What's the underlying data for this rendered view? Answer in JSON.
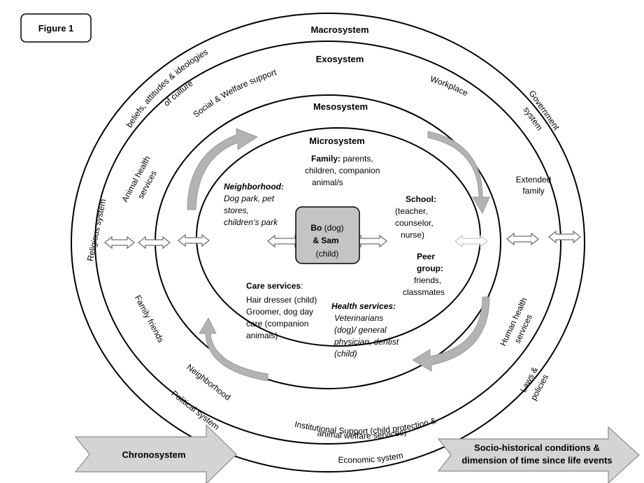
{
  "figure_label": "Figure 1",
  "systems": {
    "macro": "Macrosystem",
    "exo": "Exosystem",
    "meso": "Mesosystem",
    "micro": "Microsystem",
    "chrono": "Chronosystem"
  },
  "macro_items": {
    "beliefs_1": "beliefs, attitudes & ideologies",
    "beliefs_2": "of culture",
    "religious": "Religious system",
    "political": "Political system",
    "economic": "Economic system",
    "government_1": "Government",
    "government_2": "system",
    "laws_1": "Laws &",
    "laws_2": "policies"
  },
  "exo_items": {
    "social": "Social & Welfare support",
    "workplace": "Workplace",
    "animal_health_1": "Animal health",
    "animal_health_2": "services",
    "family_friends": "Family friends",
    "neighborhood": "Neighborhood",
    "extended_1": "Extended",
    "extended_2": "family",
    "human_health_1": "Human health",
    "human_health_2": "services",
    "institutional_1": "Institutional Support (child protection &",
    "institutional_2": "animal welfare services)"
  },
  "micro_items": {
    "family_head": "Family:",
    "family_1": " parents,",
    "family_2": "children, companion",
    "family_3": "animal/s",
    "neighborhood_head": "Neighborhood:",
    "neighborhood_1": "Dog park, pet",
    "neighborhood_2": "stores,",
    "neighborhood_3": "children’s park",
    "school_head": "School:",
    "school_1": "(teacher,",
    "school_2": "counselor,",
    "school_3": "nurse)",
    "peer_1": "Peer",
    "peer_2": "group:",
    "peer_3": "friends,",
    "peer_4": "classmates",
    "care_head": "Care services",
    "care_colon": ":",
    "care_1": "Hair dresser (child)",
    "care_2": "Groomer, dog day",
    "care_3": "care (companion",
    "care_4": "animals)",
    "health_head": "Health services:",
    "health_1": "Veterinarians",
    "health_2": "(dog)/ general",
    "health_3": "physician, dentist",
    "health_4": "(child)"
  },
  "center": {
    "bo": "Bo",
    "dog": " (dog)",
    "amp_sam": "& Sam",
    "child": "(child)"
  },
  "chrono_right_1": "Socio-historical conditions &",
  "chrono_right_2": "dimension of  time since life events"
}
